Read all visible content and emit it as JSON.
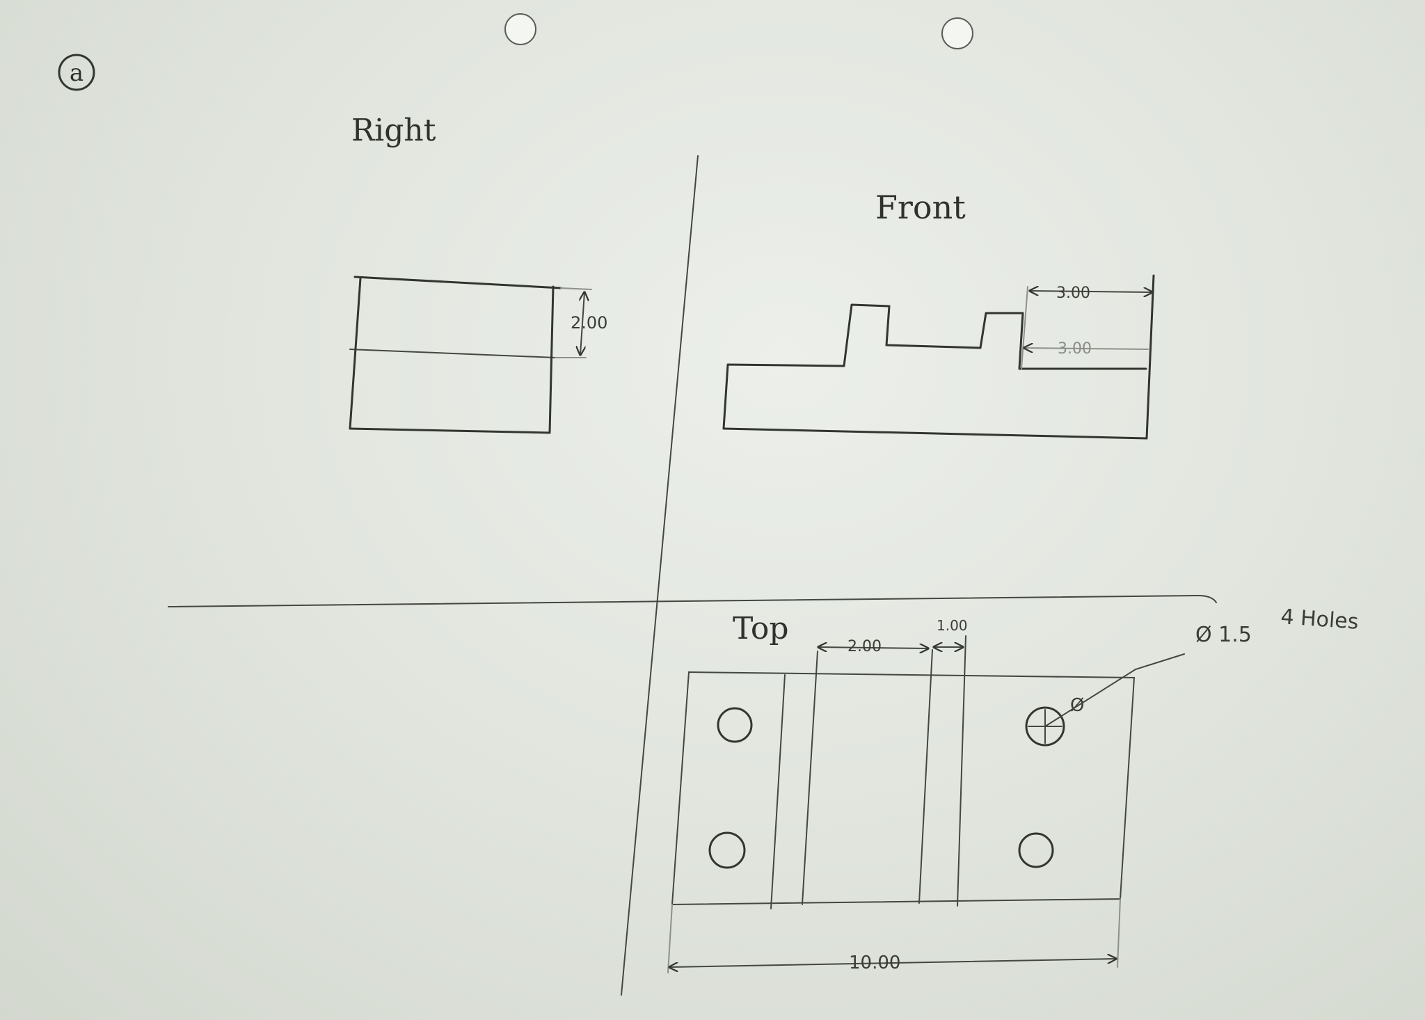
{
  "sheet": {
    "label": "a"
  },
  "views": {
    "right": {
      "title": "Right",
      "dim_height": "2.00"
    },
    "front": {
      "title": "Front",
      "dim_top": "3.00",
      "dim_step": "3.00"
    },
    "top": {
      "title": "Top",
      "dim_slot": "2.00",
      "dim_small": "1.00",
      "dim_length": "10.00",
      "hole_note": "Ø 1.5",
      "holes_label": "4 Holes",
      "hole_marker": "Ø"
    }
  }
}
